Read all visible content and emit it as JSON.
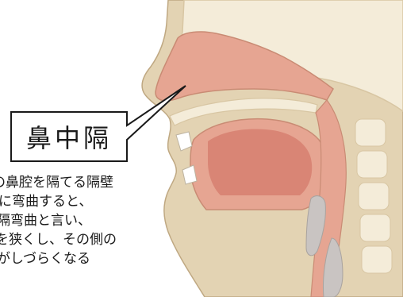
{
  "label": "鼻中隔",
  "caption": [
    "の鼻腔を隔てる隔壁",
    "に弯曲すると、",
    "隔弯曲と言い、",
    "を狭くし、その側の",
    "がしづらくなる"
  ],
  "colors": {
    "skin": "#e3d3b3",
    "bone": "#f4ecd9",
    "bone_outline": "#d8c6a3",
    "mucosa": "#e6a592",
    "mucosa_dark": "#d98575",
    "outline": "#bfa882",
    "vertebra": "#c9c4c2"
  }
}
